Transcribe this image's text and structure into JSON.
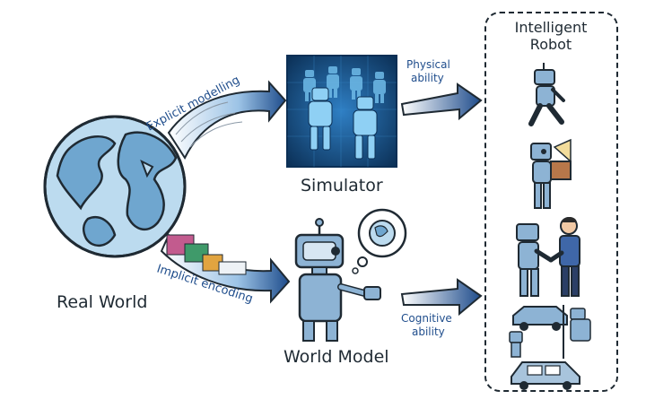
{
  "labels": {
    "real_world": "Real World",
    "simulator": "Simulator",
    "world_model": "World Model",
    "explicit": "Explicit modelling",
    "implicit": "Implicit encoding",
    "physical_1": "Physical",
    "physical_2": "ability",
    "cognitive_1": "Cognitive",
    "cognitive_2": "ability",
    "robot_1": "Intelligent",
    "robot_2": "Robot"
  },
  "colors": {
    "ink": "#1f2a33",
    "arrow_blue": "#1f4d8c",
    "label_blue": "#1f4d8c",
    "globe_water": "#bcdbef",
    "globe_land": "#6fa6cf",
    "sim_bg": "#0d3a63",
    "robot_body": "#8db3d4"
  },
  "icons": {
    "globe": "globe-icon",
    "simulator": "simulator-panel-icon",
    "world_model_robot": "robot-icon",
    "thought": "thought-bubble-globe-icon"
  }
}
